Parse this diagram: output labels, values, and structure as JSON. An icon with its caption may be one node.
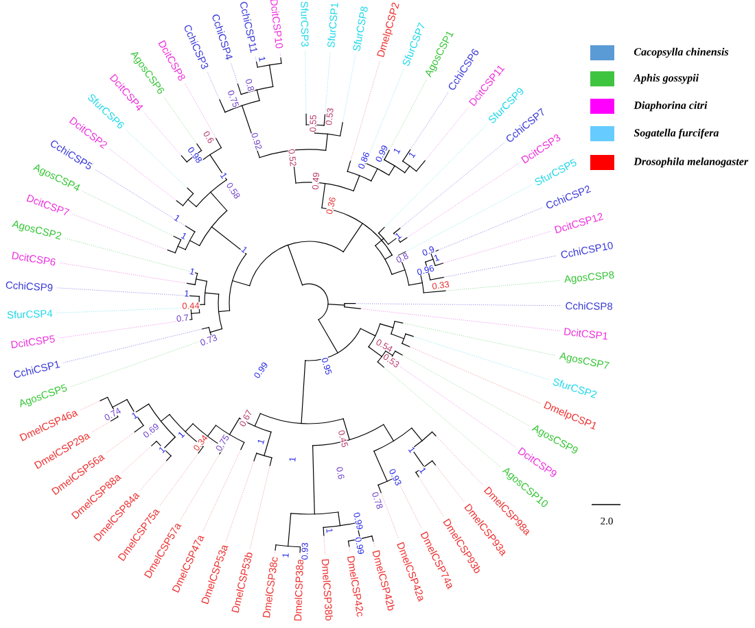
{
  "diagram": {
    "labels": [
      "AgosCSP5",
      "CchiCSP1",
      "DcitCSP5",
      "SfurCSP4",
      "CchiCSP9",
      "DcitCSP6",
      "AgosCSP2",
      "DcitCSP7",
      "AgosCSP4",
      "CchiCSP5",
      "DcitCSP2",
      "SfurCSP6",
      "DcitCSP4",
      "AgosCSP6",
      "DcitCSP8",
      "CchiCSP3",
      "CchiCSP4",
      "CchiCSP11",
      "DcitCSP10",
      "SfurCSP3",
      "SfurCSP1",
      "SfurCSP8",
      "DmelpCSP2",
      "SfurCSP7",
      "AgosCSP1",
      "CchiCSP6",
      "DcitCSP11",
      "SfurCSP9",
      "CchiCSP7",
      "DcitCSP3",
      "SfurCSP5",
      "CchiCSP2",
      "DcitCSP12",
      "CchiCSP10",
      "AgosCSP8",
      "CchiCSP8",
      "DcitCSP1",
      "AgosCSP7",
      "SfurCSP2",
      "DmelpCSP1",
      "AgosCSP9",
      "DcitCSP9",
      "AgosCSP10",
      "DmelCSP98a",
      "DmelCSP93a",
      "DmelCSP93b",
      "DmelCSP74a",
      "DmelCSP42a",
      "DmelCSP42b",
      "DmelCSP42c",
      "DmelCSP38b",
      "DmelCSP38a",
      "DmelCSP38c",
      "DmelCSP53b",
      "DmelCSP53a",
      "DmelCSP47a",
      "DmelCSP57a",
      "DmelCSP75a",
      "DmelCSP84a",
      "DmelCSP88a",
      "DmelCSP56a",
      "DmelCSP29a",
      "DmelCSP46a",
      "0.73",
      "0.7",
      "0.44",
      "1",
      "1",
      "1",
      "1",
      "1",
      "0.98",
      "0.6",
      "1",
      "0.58",
      "0.75",
      "0.8",
      "1",
      "0.92",
      "0.52",
      "0.55",
      "0.53",
      "0.49",
      "0.36",
      "0.86",
      "0.99",
      "1",
      "1",
      "1",
      "0.8",
      "0.9",
      "1",
      "0.96",
      "0.33",
      "0.54",
      "0.53",
      "1",
      "1",
      "0.93",
      "0.78",
      "0.99",
      "0.99",
      "1",
      "0.93",
      "1",
      "0.6",
      "0.45",
      "0.95",
      "0.99",
      "1",
      "1",
      "0.67",
      "0.75",
      "0.34",
      "1",
      "1",
      "0.69",
      "1",
      "0.74",
      "2.0"
    ],
    "legend": [
      {
        "text": "Cacopsylla chinensis",
        "color": "#5b9bd5"
      },
      {
        "text": "Aphis gossypii",
        "color": "#3fc43f"
      },
      {
        "text": "Diaphorina citri",
        "color": "#ff00ff"
      },
      {
        "text": "Sogatella furcifera",
        "color": "#66ccff"
      },
      {
        "text": "Drosophila melanogaster",
        "color": "#ff0000"
      }
    ]
  }
}
